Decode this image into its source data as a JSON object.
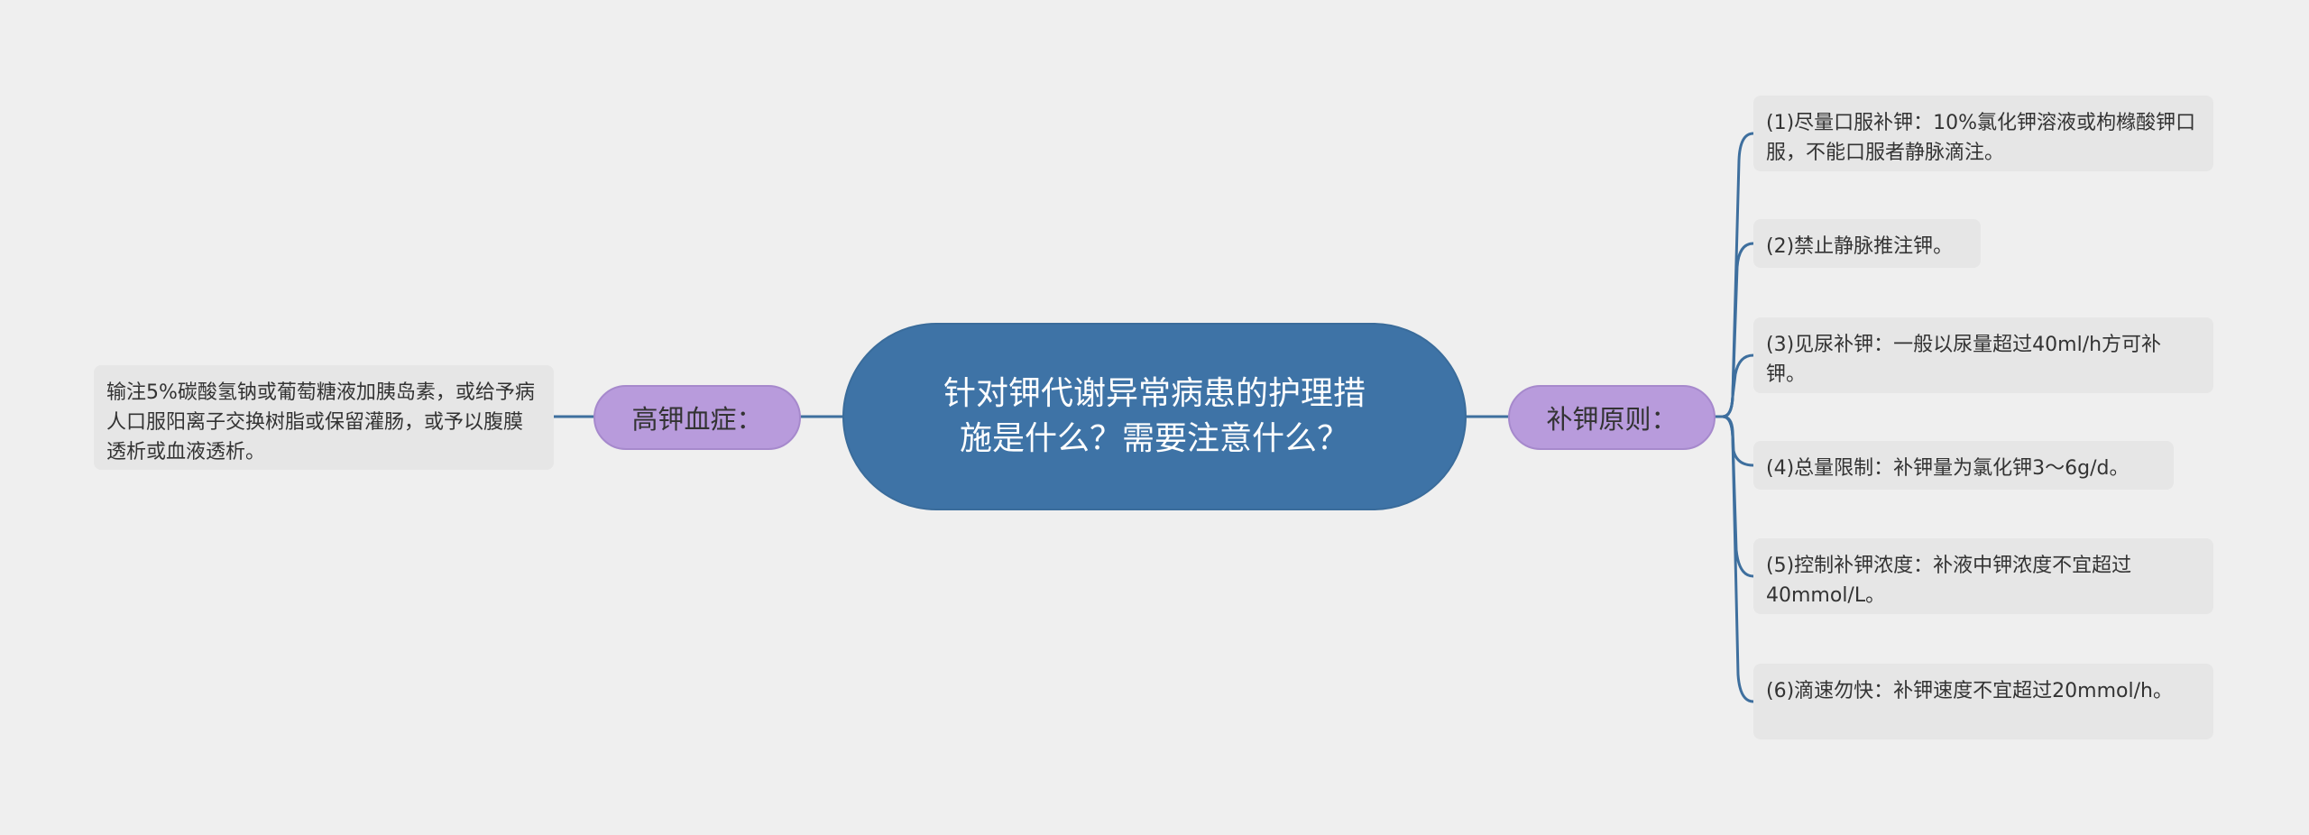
{
  "root": {
    "title": "针对钾代谢异常病患的护理措施是什么？需要注意什么？"
  },
  "left_branch": {
    "label": "高钾血症：",
    "items": [
      "输注5%碳酸氢钠或葡萄糖液加胰岛素，或给予病人口服阳离子交换树脂或保留灌肠，或予以腹膜透析或血液透析。"
    ]
  },
  "right_branch": {
    "label": "补钾原则：",
    "items": [
      "(1)尽量口服补钾：10%氯化钾溶液或枸橼酸钾口服，不能口服者静脉滴注。",
      "(2)禁止静脉推注钾。",
      "(3)见尿补钾：一般以尿量超过40ml/h方可补钾。",
      "(4)总量限制：补钾量为氯化钾3～6g/d。",
      "(5)控制补钾浓度：补液中钾浓度不宜超过40mmol/L。",
      "(6)滴速勿快：补钾速度不宜超过20mmol/h。"
    ]
  },
  "colors": {
    "background": "#efefef",
    "root_fill": "#3e73a6",
    "branch_fill": "#b89bdc",
    "leaf_fill": "#e6e6e6",
    "connector": "#3e6f9e"
  }
}
